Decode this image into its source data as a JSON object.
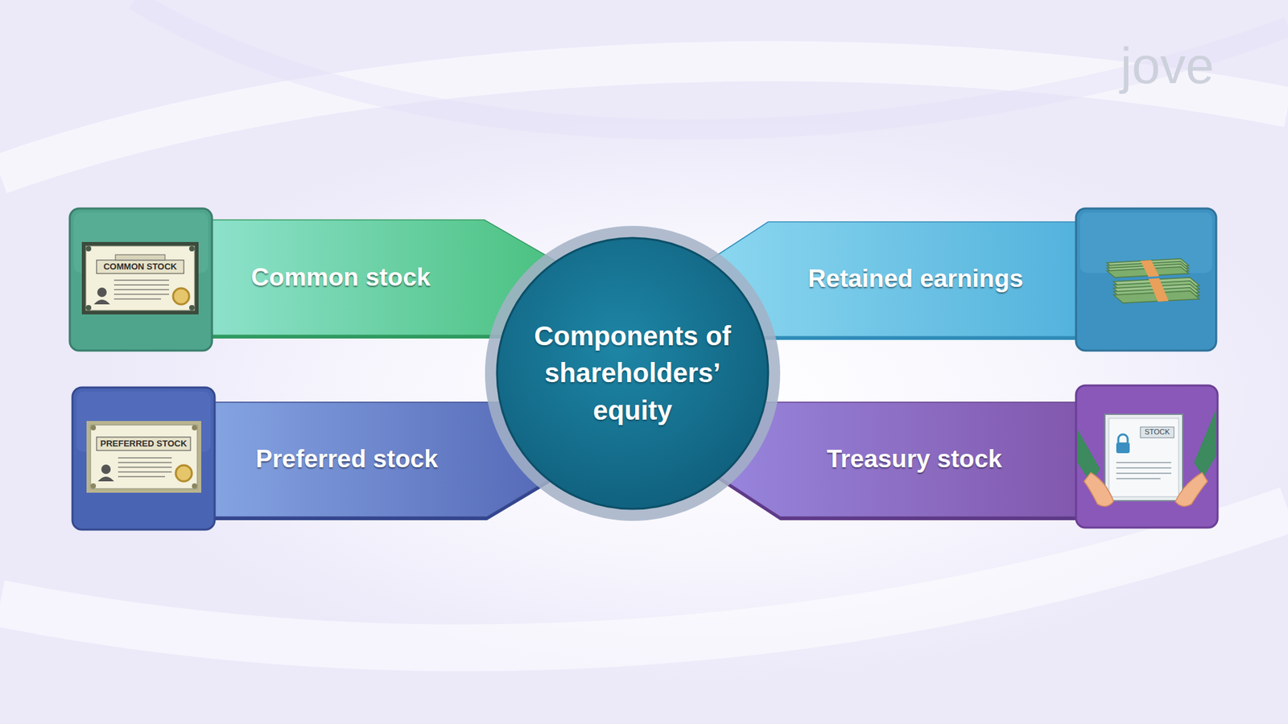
{
  "diagram": {
    "nodes": [
      {
        "text": [
          "Common stock"
        ]
      },
      {
        "text": [
          "Retained earnings"
        ]
      },
      {
        "text": [
          "Components of shareholders’ equity"
        ]
      },
      {
        "text": [
          "Preferred stock"
        ]
      },
      {
        "text": [
          "Treasury stock"
        ]
      }
    ],
    "labels": [
      "COMMON STOCK",
      "PREFERRED STOCK",
      "STOCK",
      "jove"
    ]
  }
}
